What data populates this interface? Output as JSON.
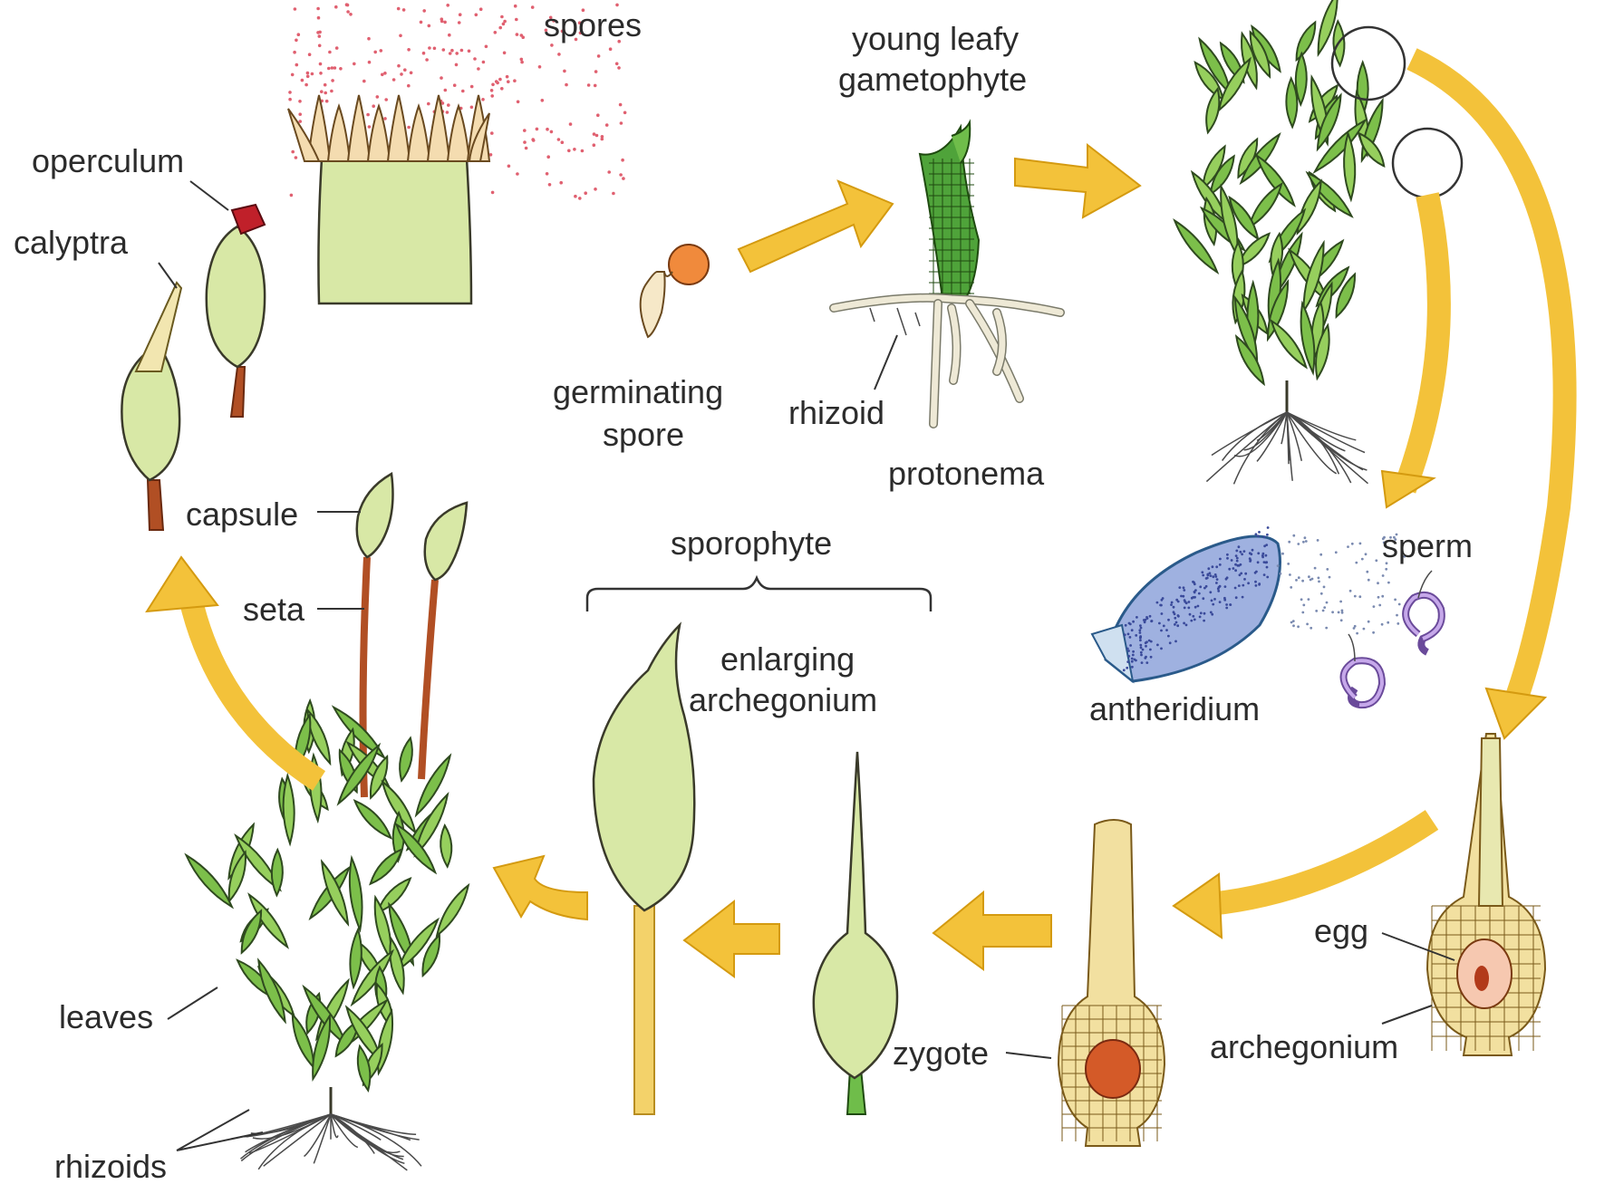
{
  "labels": {
    "spores": "spores",
    "young_leafy_1": "young leafy",
    "young_leafy_2": "gametophyte",
    "operculum": "operculum",
    "calyptra": "calyptra",
    "germinating_1": "germinating",
    "germinating_2": "spore",
    "rhizoid": "rhizoid",
    "protonema": "protonema",
    "capsule": "capsule",
    "seta": "seta",
    "sporophyte": "sporophyte",
    "enlarging_1": "enlarging",
    "enlarging_2": "archegonium",
    "sperm": "sperm",
    "antheridium": "antheridium",
    "egg": "egg",
    "zygote": "zygote",
    "archegonium": "archegonium",
    "leaves": "leaves",
    "rhizoids": "rhizoids"
  },
  "colors": {
    "arrow": "#f3c23a",
    "leaf": "#7cbf4a",
    "capsule": "#d8e8a6",
    "seta": "#b14f24",
    "cell": "#f2e0a0",
    "antheridium": "#9fb1e0",
    "sperm": "#a07ad0",
    "operculum": "#c0202a"
  }
}
